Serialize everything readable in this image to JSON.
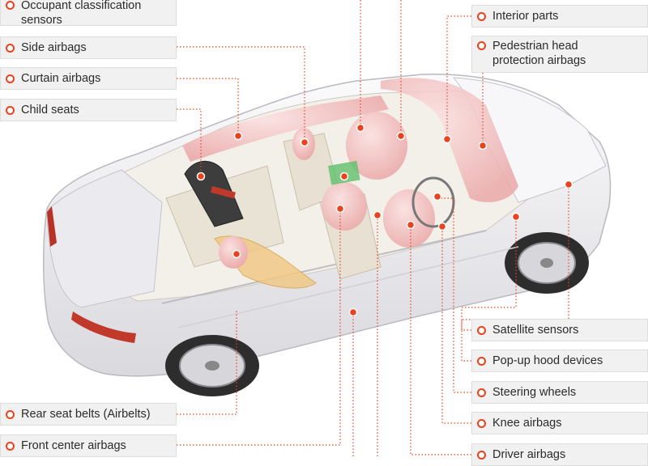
{
  "colors": {
    "accent": "#e8431e",
    "leader": "#e8431e",
    "label_bg": "#f1f1f1",
    "airbag": "#f0b9b9",
    "seat_belt": "#f0c987",
    "car_body": "#e9e9ec"
  },
  "labels": {
    "occupant": [
      "Occupant classification",
      "sensors"
    ],
    "side_airbags": "Side airbags",
    "curtain_airbags": "Curtain airbags",
    "child_seats": "Child seats",
    "rear_belts": "Rear seat belts (Airbelts)",
    "front_center": "Front center airbags",
    "interior_parts": "Interior parts",
    "pedestrian": [
      "Pedestrian head",
      "protection airbags"
    ],
    "satellite": "Satellite sensors",
    "popup_hood": "Pop-up hood devices",
    "steering": "Steering wheels",
    "knee": "Knee airbags",
    "driver": "Driver airbags"
  },
  "icons": {
    "bullet": "ring-bullet-icon"
  }
}
